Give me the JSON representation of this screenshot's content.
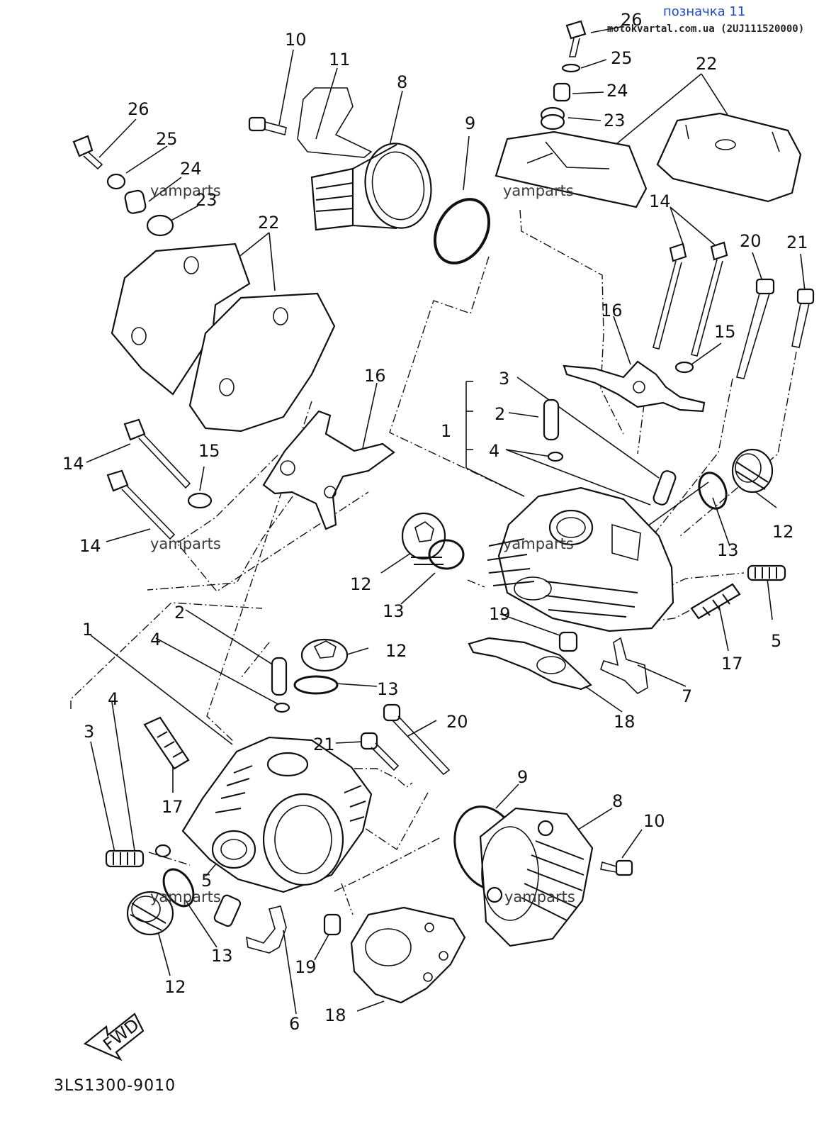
{
  "header": {
    "link_text": "позначка 11",
    "source_text": "motokvartal.com.ua (2UJ111520000)"
  },
  "diagram_code": "3LS1300-9010",
  "fwd_label": "FWD",
  "watermark_text": "yamparts",
  "callouts": [
    {
      "id": "c10-top",
      "text": "10"
    },
    {
      "id": "c11-top",
      "text": "11"
    },
    {
      "id": "c8-top",
      "text": "8"
    },
    {
      "id": "c9-top",
      "text": "9"
    },
    {
      "id": "c26-top",
      "text": "26"
    },
    {
      "id": "c25-top",
      "text": "25"
    },
    {
      "id": "c24-top",
      "text": "24"
    },
    {
      "id": "c23-top",
      "text": "23"
    },
    {
      "id": "c22-topright",
      "text": "22"
    },
    {
      "id": "c26-left",
      "text": "26"
    },
    {
      "id": "c25-left",
      "text": "25"
    },
    {
      "id": "c24-left",
      "text": "24"
    },
    {
      "id": "c23-left",
      "text": "23"
    },
    {
      "id": "c22-left",
      "text": "22"
    },
    {
      "id": "c14-right",
      "text": "14"
    },
    {
      "id": "c20-right",
      "text": "20"
    },
    {
      "id": "c21-right",
      "text": "21"
    },
    {
      "id": "c16-right",
      "text": "16"
    },
    {
      "id": "c15-right",
      "text": "15"
    },
    {
      "id": "c3-right",
      "text": "3"
    },
    {
      "id": "c2-right",
      "text": "2"
    },
    {
      "id": "c1-right",
      "text": "1"
    },
    {
      "id": "c4-right",
      "text": "4"
    },
    {
      "id": "c12-right",
      "text": "12"
    },
    {
      "id": "c13-right",
      "text": "13"
    },
    {
      "id": "c16-left",
      "text": "16"
    },
    {
      "id": "c14-left-a",
      "text": "14"
    },
    {
      "id": "c15-left",
      "text": "15"
    },
    {
      "id": "c14-left-b",
      "text": "14"
    },
    {
      "id": "c12-mid",
      "text": "12"
    },
    {
      "id": "c13-mid",
      "text": "13"
    },
    {
      "id": "c5-right",
      "text": "5"
    },
    {
      "id": "c17-right",
      "text": "17"
    },
    {
      "id": "c19-right",
      "text": "19"
    },
    {
      "id": "c7-right",
      "text": "7"
    },
    {
      "id": "c18-right",
      "text": "18"
    },
    {
      "id": "c2-left",
      "text": "2"
    },
    {
      "id": "c1-left",
      "text": "1"
    },
    {
      "id": "c4-left-a",
      "text": "4"
    },
    {
      "id": "c4-left-b",
      "text": "4"
    },
    {
      "id": "c3-left",
      "text": "3"
    },
    {
      "id": "c12-lowmid",
      "text": "12"
    },
    {
      "id": "c13-lowmid",
      "text": "13"
    },
    {
      "id": "c20-low",
      "text": "20"
    },
    {
      "id": "c21-low",
      "text": "21"
    },
    {
      "id": "c17-left",
      "text": "17"
    },
    {
      "id": "c9-low",
      "text": "9"
    },
    {
      "id": "c8-low",
      "text": "8"
    },
    {
      "id": "c10-low",
      "text": "10"
    },
    {
      "id": "c5-left",
      "text": "5"
    },
    {
      "id": "c13-left",
      "text": "13"
    },
    {
      "id": "c12-left",
      "text": "12"
    },
    {
      "id": "c19-left",
      "text": "19"
    },
    {
      "id": "c6-left",
      "text": "6"
    },
    {
      "id": "c18-left",
      "text": "18"
    }
  ]
}
